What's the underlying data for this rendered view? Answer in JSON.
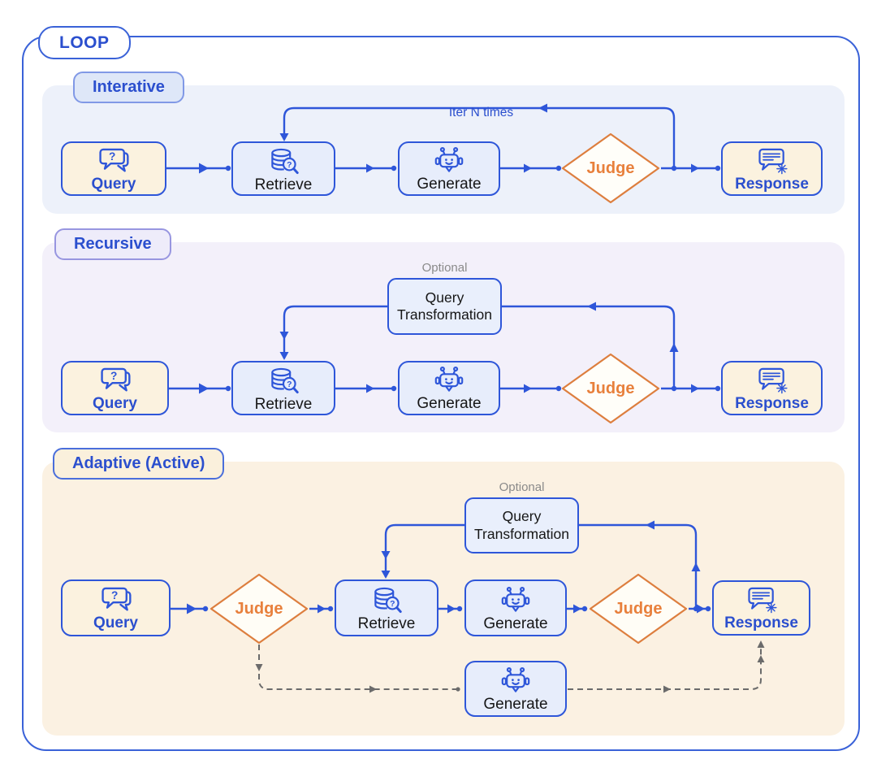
{
  "title": "LOOP",
  "sections": [
    {
      "label": "Interative",
      "annotation": "Iter N times"
    },
    {
      "label": "Recursive",
      "optional_label": "Optional"
    },
    {
      "label": "Adaptive (Active)",
      "optional_label": "Optional"
    }
  ],
  "nodes": {
    "query": "Query",
    "retrieve": "Retrieve",
    "generate": "Generate",
    "judge": "Judge",
    "response": "Response",
    "query_transformation": "Query Transformation"
  },
  "icons": {
    "query": "speech-bubbles-question-icon",
    "retrieve": "database-search-icon",
    "generate": "robot-chat-icon",
    "response": "speech-bubble-snowflake-icon"
  },
  "colors": {
    "blue_stroke": "#2E56D9",
    "blue_text": "#2B4FCE",
    "orange_border": "#DD7E3E",
    "orange_text": "#E8803C",
    "cream_fill": "#FBF2DF",
    "light_blue_fill": "#E7EDFB",
    "section_iterative": "#EDF1FA",
    "section_recursive": "#F3F0FA",
    "section_adaptive": "#FBF1E2",
    "dashed_gray": "#6B6B6B"
  }
}
